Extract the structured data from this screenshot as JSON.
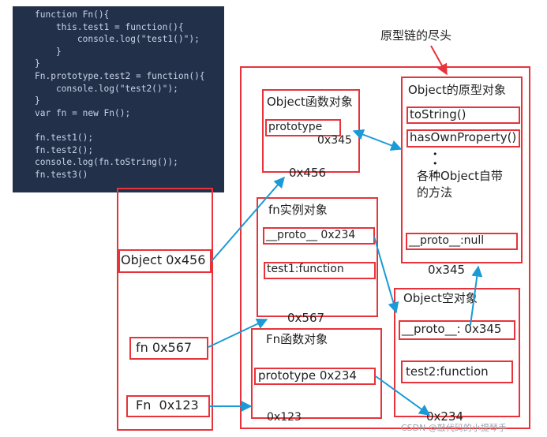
{
  "code": {
    "lines": [
      "function Fn(){",
      "    this.test1 = function(){",
      "        console.log(\"test1()\");",
      "    }",
      "}",
      "Fn.prototype.test2 = function(){",
      "    console.log(\"test2()\");",
      "}",
      "var fn = new Fn();",
      "",
      "fn.test1();",
      "fn.test2();",
      "console.log(fn.toString());",
      "fn.test3()"
    ]
  },
  "caption": "原型链的尽头",
  "stack": {
    "object_ref": "Object 0x456",
    "fn_ref": "fn 0x567",
    "Fn_ref": "Fn  0x123"
  },
  "object_fn": {
    "title": "Object函数对象",
    "prototype": "prototype",
    "address": "0x456",
    "prototype_value": "0x345"
  },
  "object_proto": {
    "title": "Object的原型对象",
    "to_string": "toString()",
    "has_own": "hasOwnProperty()",
    "dots": "•\n•\n•",
    "desc": "各种Object自带\n的方法",
    "proto": "__proto__:null",
    "address": "0x345"
  },
  "fn_instance": {
    "title": "fn实例对象",
    "proto": "__proto__ 0x234",
    "test1": "test1:function",
    "address": "0x567"
  },
  "empty_obj": {
    "title": "Object空对象",
    "proto": "__proto__: 0x345",
    "test2": "test2:function",
    "address": "0x234"
  },
  "Fn_fn": {
    "title": "Fn函数对象",
    "prototype": "prototype 0x234",
    "address": "0x123"
  },
  "watermark": "CSDN @敲代码的小提琴手",
  "colors": {
    "box": "#e8333a",
    "arrow": "#1a9ad6",
    "code_bg": "#23304a"
  }
}
